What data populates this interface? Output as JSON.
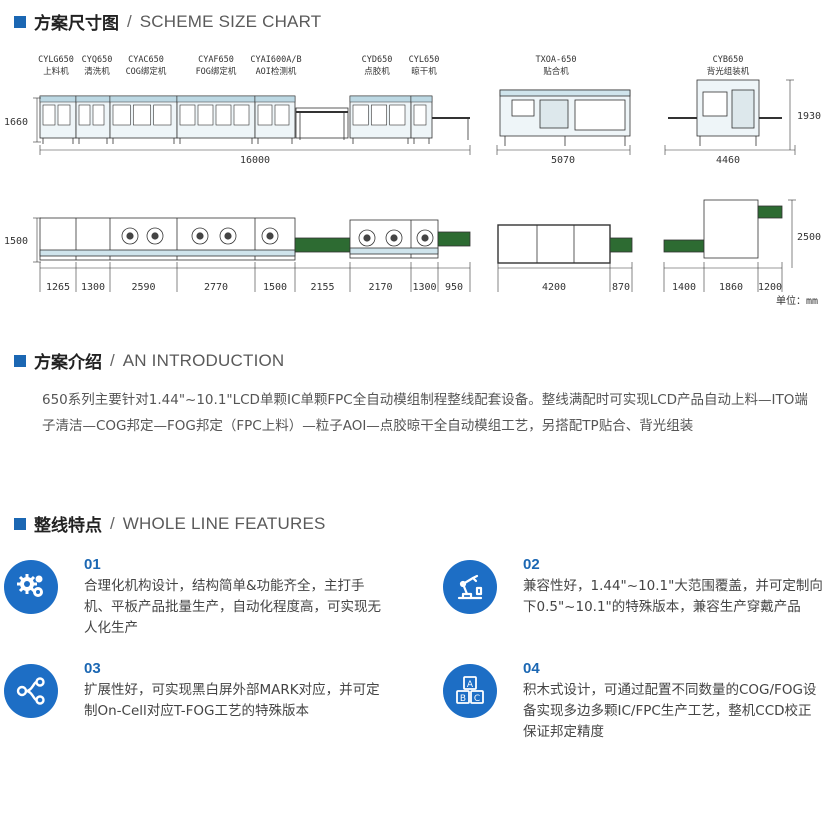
{
  "scheme": {
    "title_zh": "方案尺寸图",
    "slash": "/",
    "title_en": "SCHEME SIZE CHART",
    "machines_top": [
      {
        "code": "CYLG650",
        "name": "上料机"
      },
      {
        "code": "CYQ650",
        "name": "清洗机"
      },
      {
        "code": "CYAC650",
        "name": "COG绑定机"
      },
      {
        "code": "CYAF650",
        "name": "FOG绑定机"
      },
      {
        "code": "CYAI600A/B",
        "name": "AOI检测机"
      },
      {
        "code": "CYD650",
        "name": "点胶机"
      },
      {
        "code": "CYL650",
        "name": "晾干机"
      },
      {
        "code": "TXOA-650",
        "name": "贴合机"
      },
      {
        "code": "CYB650",
        "name": "背光组装机"
      }
    ],
    "dims_top": {
      "h1": "1660",
      "len_main": "16000",
      "len_mid": "5070",
      "len_right": "4460",
      "h_right": "1930"
    },
    "dims_bottom": {
      "h_left": "1500",
      "segments": [
        "1265",
        "1300",
        "2590",
        "2770",
        "1500",
        "2155",
        "2170",
        "1300",
        "950"
      ],
      "mid": [
        "4200",
        "870"
      ],
      "right": [
        "1400",
        "1860",
        "1200"
      ],
      "h_right": "2500"
    },
    "unit_label": "单位：mm"
  },
  "intro": {
    "title_zh": "方案介绍",
    "slash": "/",
    "title_en": "AN INTRODUCTION",
    "text": "650系列主要针对1.44\"~10.1\"LCD单颗IC单颗FPC全自动模组制程整线配套设备。整线满配时可实现LCD产品自动上料—ITO端子清洁—COG邦定—FOG邦定（FPC上料）—粒子AOI—点胶晾干全自动模组工艺，另搭配TP贴合、背光组装"
  },
  "features": {
    "title_zh": "整线特点",
    "slash": "/",
    "title_en": "WHOLE LINE FEATURES",
    "items": [
      {
        "num": "01",
        "icon": "gears-icon",
        "text": "合理化机构设计，结构简单&功能齐全，主打手机、平板产品批量生产，自动化程度高，可实现无人化生产"
      },
      {
        "num": "02",
        "icon": "robot-arm-icon",
        "text": "兼容性好，1.44\"~10.1\"大范围覆盖，并可定制向下0.5\"~10.1\"的特殊版本，兼容生产穿戴产品"
      },
      {
        "num": "03",
        "icon": "branch-icon",
        "text": "扩展性好，可实现黑白屏外部MARK对应，并可定制On-Cell对应T-FOG工艺的特殊版本"
      },
      {
        "num": "04",
        "icon": "abc-blocks-icon",
        "text": "积木式设计，可通过配置不同数量的COG/FOG设备实现多边多颗IC/FPC生产工艺，整机CCD校正保证邦定精度"
      }
    ]
  }
}
